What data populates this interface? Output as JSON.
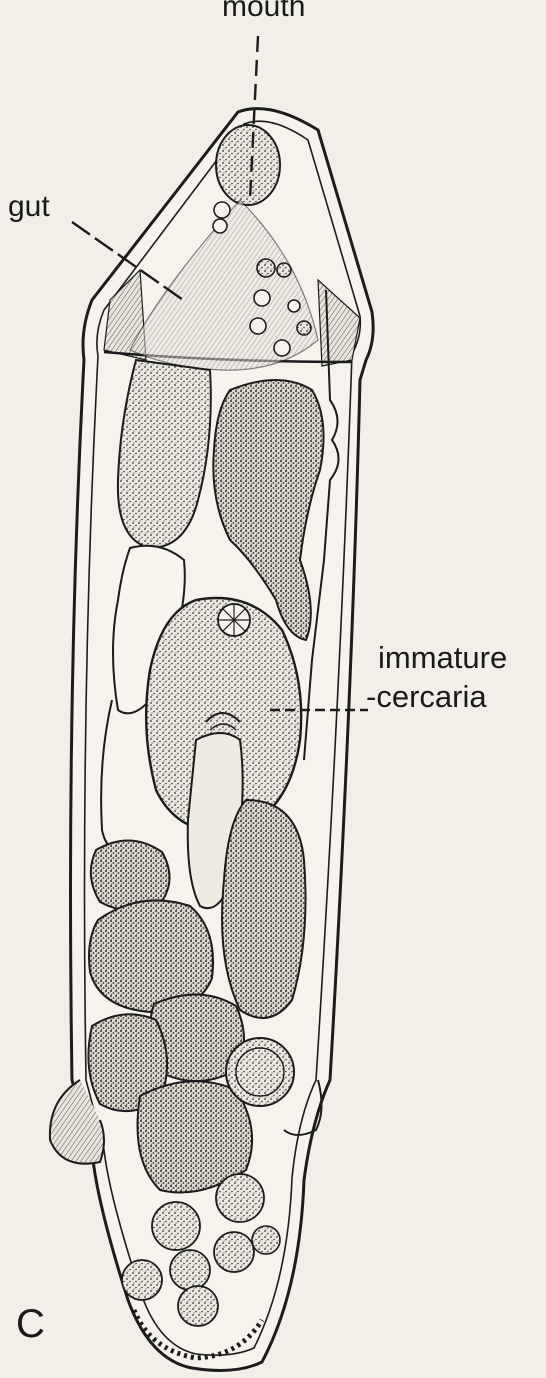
{
  "labels": {
    "mouth": "mouth",
    "gut": "gut",
    "immature": "immature",
    "cercaria": "-cercaria",
    "panel": "C"
  },
  "colors": {
    "ink": "#1c1c1c",
    "paper": "#f1efe8",
    "stipple": "#3a3a3a"
  }
}
